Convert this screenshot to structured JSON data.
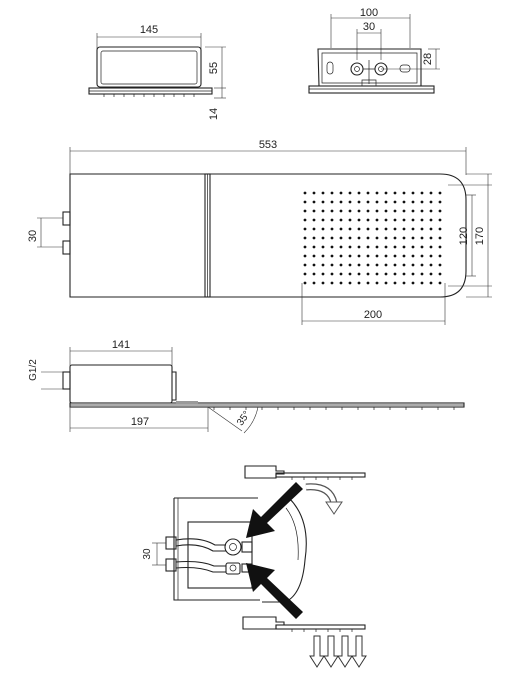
{
  "views": {
    "top_left": {
      "width": "145",
      "height": "55",
      "depth": "14"
    },
    "top_right": {
      "width": "100",
      "spacing": "30",
      "offset": "28"
    },
    "front": {
      "length": "553",
      "height": "170",
      "head_height": "120",
      "head_width": "200",
      "inlet_spacing": "30"
    },
    "side": {
      "thread": "G1/2",
      "box_length": "141",
      "arm_length": "197",
      "angle": "35°"
    },
    "install": {
      "inlet_spacing": "30"
    }
  },
  "colors": {
    "line": "#222222",
    "arrow": "#111111",
    "fill": "#9a9a9a"
  }
}
